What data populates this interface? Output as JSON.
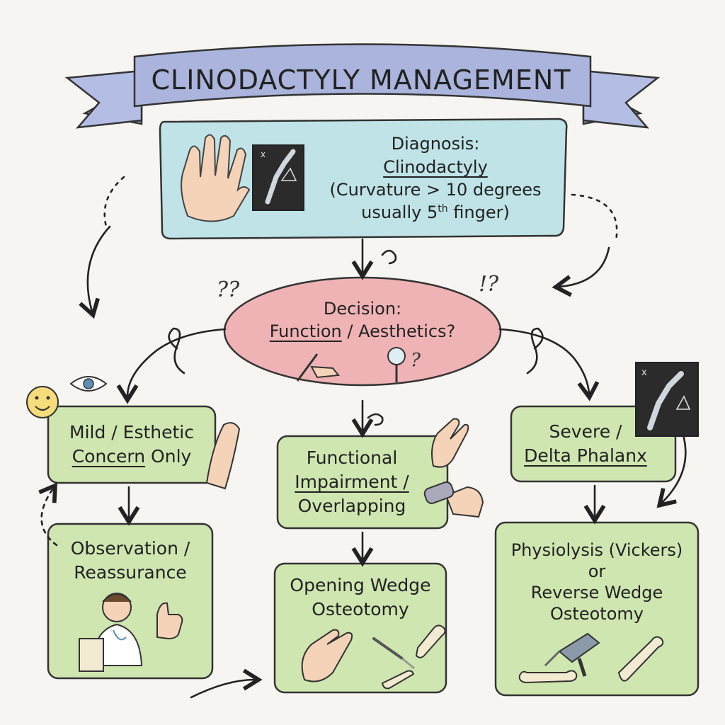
{
  "title": "CLINODACTYLY MANAGEMENT",
  "diagnosis": {
    "heading": "Diagnosis:",
    "name": "Clinodactyly",
    "detail_1": "(Curvature > 10 degrees",
    "detail_2": "usually 5",
    "detail_2_sup": "th",
    "detail_2_end": " finger)"
  },
  "decision": {
    "heading": "Decision:",
    "question_a": "Function",
    "question_sep": " / ",
    "question_b": "Aesthetics?"
  },
  "branches": {
    "mild": {
      "line_1": "Mild / Esthetic",
      "line_2_u": "Concern",
      "line_2_end": " Only"
    },
    "functional": {
      "line_1": "Functional",
      "line_2": "Impairment /",
      "line_3": "Overlapping"
    },
    "severe": {
      "line_1": "Severe /",
      "line_2": "Delta Phalanx"
    }
  },
  "treatments": {
    "observation": {
      "line_1": "Observation /",
      "line_2": "Reassurance"
    },
    "opening_wedge": {
      "line_1": "Opening Wedge",
      "line_2": "Osteotomy"
    },
    "physiolysis": {
      "line_1": "Physiolysis (Vickers)",
      "line_2": "or",
      "line_3": "Reverse Wedge",
      "line_4": "Osteotomy"
    }
  },
  "decorations": {
    "question_marks_left": "??",
    "question_marks_right": "!?",
    "question_mark_mirror": "?"
  },
  "colors": {
    "banner": "#aab4dc",
    "diagnosis_box": "#bfe3e6",
    "decision_oval": "#efb3b5",
    "green_box": "#cfe6b0",
    "ink": "#222222"
  },
  "icons": [
    "hand-icon",
    "xray-icon",
    "pen-hand-icon",
    "mirror-icon",
    "smiley-icon",
    "eye-icon",
    "finger-icon",
    "doctor-icon",
    "thumbs-up-icon",
    "scalpel-icon",
    "bone-icon",
    "drill-icon"
  ]
}
